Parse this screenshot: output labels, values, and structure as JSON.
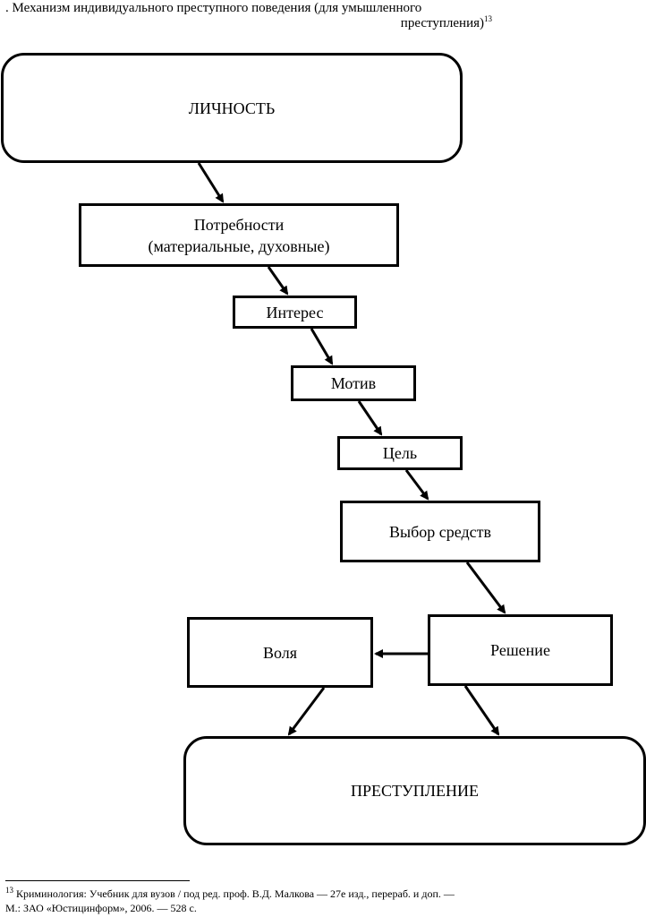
{
  "caption": {
    "line1": ". Механизм индивидуального преступного поведения (для умышленного",
    "line2": "преступления)",
    "footnote_ref": "13"
  },
  "nodes": {
    "lichnost": "ЛИЧНОСТЬ",
    "potrebnosti_line1": "Потребности",
    "potrebnosti_line2": "(материальные, духовные)",
    "interes": "Интерес",
    "motiv": "Мотив",
    "cel": "Цель",
    "vybor": "Выбор средств",
    "volya": "Воля",
    "reshenie": "Решение",
    "prestuplenie": "ПРЕСТУПЛЕНИЕ"
  },
  "edges": [
    {
      "from": "lichnost",
      "to": "potrebnosti"
    },
    {
      "from": "potrebnosti",
      "to": "interes"
    },
    {
      "from": "interes",
      "to": "motiv"
    },
    {
      "from": "motiv",
      "to": "cel"
    },
    {
      "from": "cel",
      "to": "vybor"
    },
    {
      "from": "vybor",
      "to": "reshenie"
    },
    {
      "from": "reshenie",
      "to": "volya"
    },
    {
      "from": "volya",
      "to": "prestuplenie"
    },
    {
      "from": "reshenie",
      "to": "prestuplenie"
    }
  ],
  "footnote": {
    "number": "13",
    "line1": "Криминология: Учебник для вузов / под ред. проф. В.Д. Малкова — 27е изд., перераб. и доп. —",
    "line2": "М.: ЗАО «Юстицинформ», 2006. — 528 с."
  }
}
